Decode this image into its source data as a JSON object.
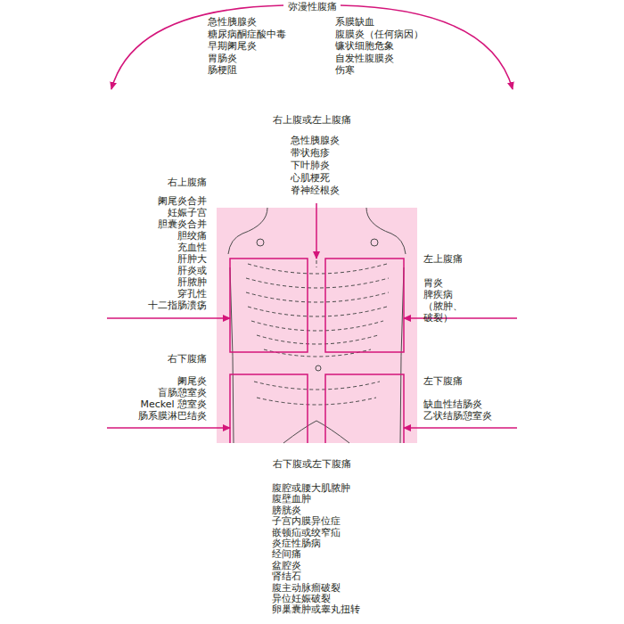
{
  "diagram": {
    "labels": [
      "弥漫性腹痛",
      "急性胰腺炎",
      "糖尿病酮症酸中毒",
      "早期阑尾炎",
      "胃肠炎",
      "肠梗阻",
      "系膜缺血",
      "腹膜炎（任何病因）",
      "镰状细胞危象",
      "自发性腹膜炎",
      "伤寒",
      "右上腹或左上腹痛",
      "急性胰腺炎",
      "带状疱疹",
      "下叶肺炎",
      "心肌梗死",
      "脊神经根炎",
      "右上腹痛",
      "阑尾炎合并 妊娠子宫",
      "胆囊炎合并 胆绞痛",
      "充血性 肝肿大",
      "肝炎或 肝脓肿",
      "穿孔性 十二指肠溃疡",
      "左上腹痛",
      "胃炎",
      "脾疾病 （脓肿、破裂）",
      "右下腹痛",
      "阑尾炎",
      "盲肠憩室炎",
      "Meckel 憩室炎",
      "肠系膜淋巴结炎",
      "左下腹痛",
      "缺血性结肠炎",
      "乙状结肠憩室炎",
      "右下腹或左下腹痛",
      "腹腔或腰大肌脓肿",
      "腹壁血肿",
      "膀胱炎",
      "子宫内膜异位症",
      "嵌顿疝或绞窄疝",
      "炎症性肠病",
      "经间痛",
      "盆腔炎",
      "肾结石",
      "腹主动脉瘤破裂",
      "异位妊娠破裂",
      "卵巢囊肿或睾丸扭转"
    ]
  }
}
